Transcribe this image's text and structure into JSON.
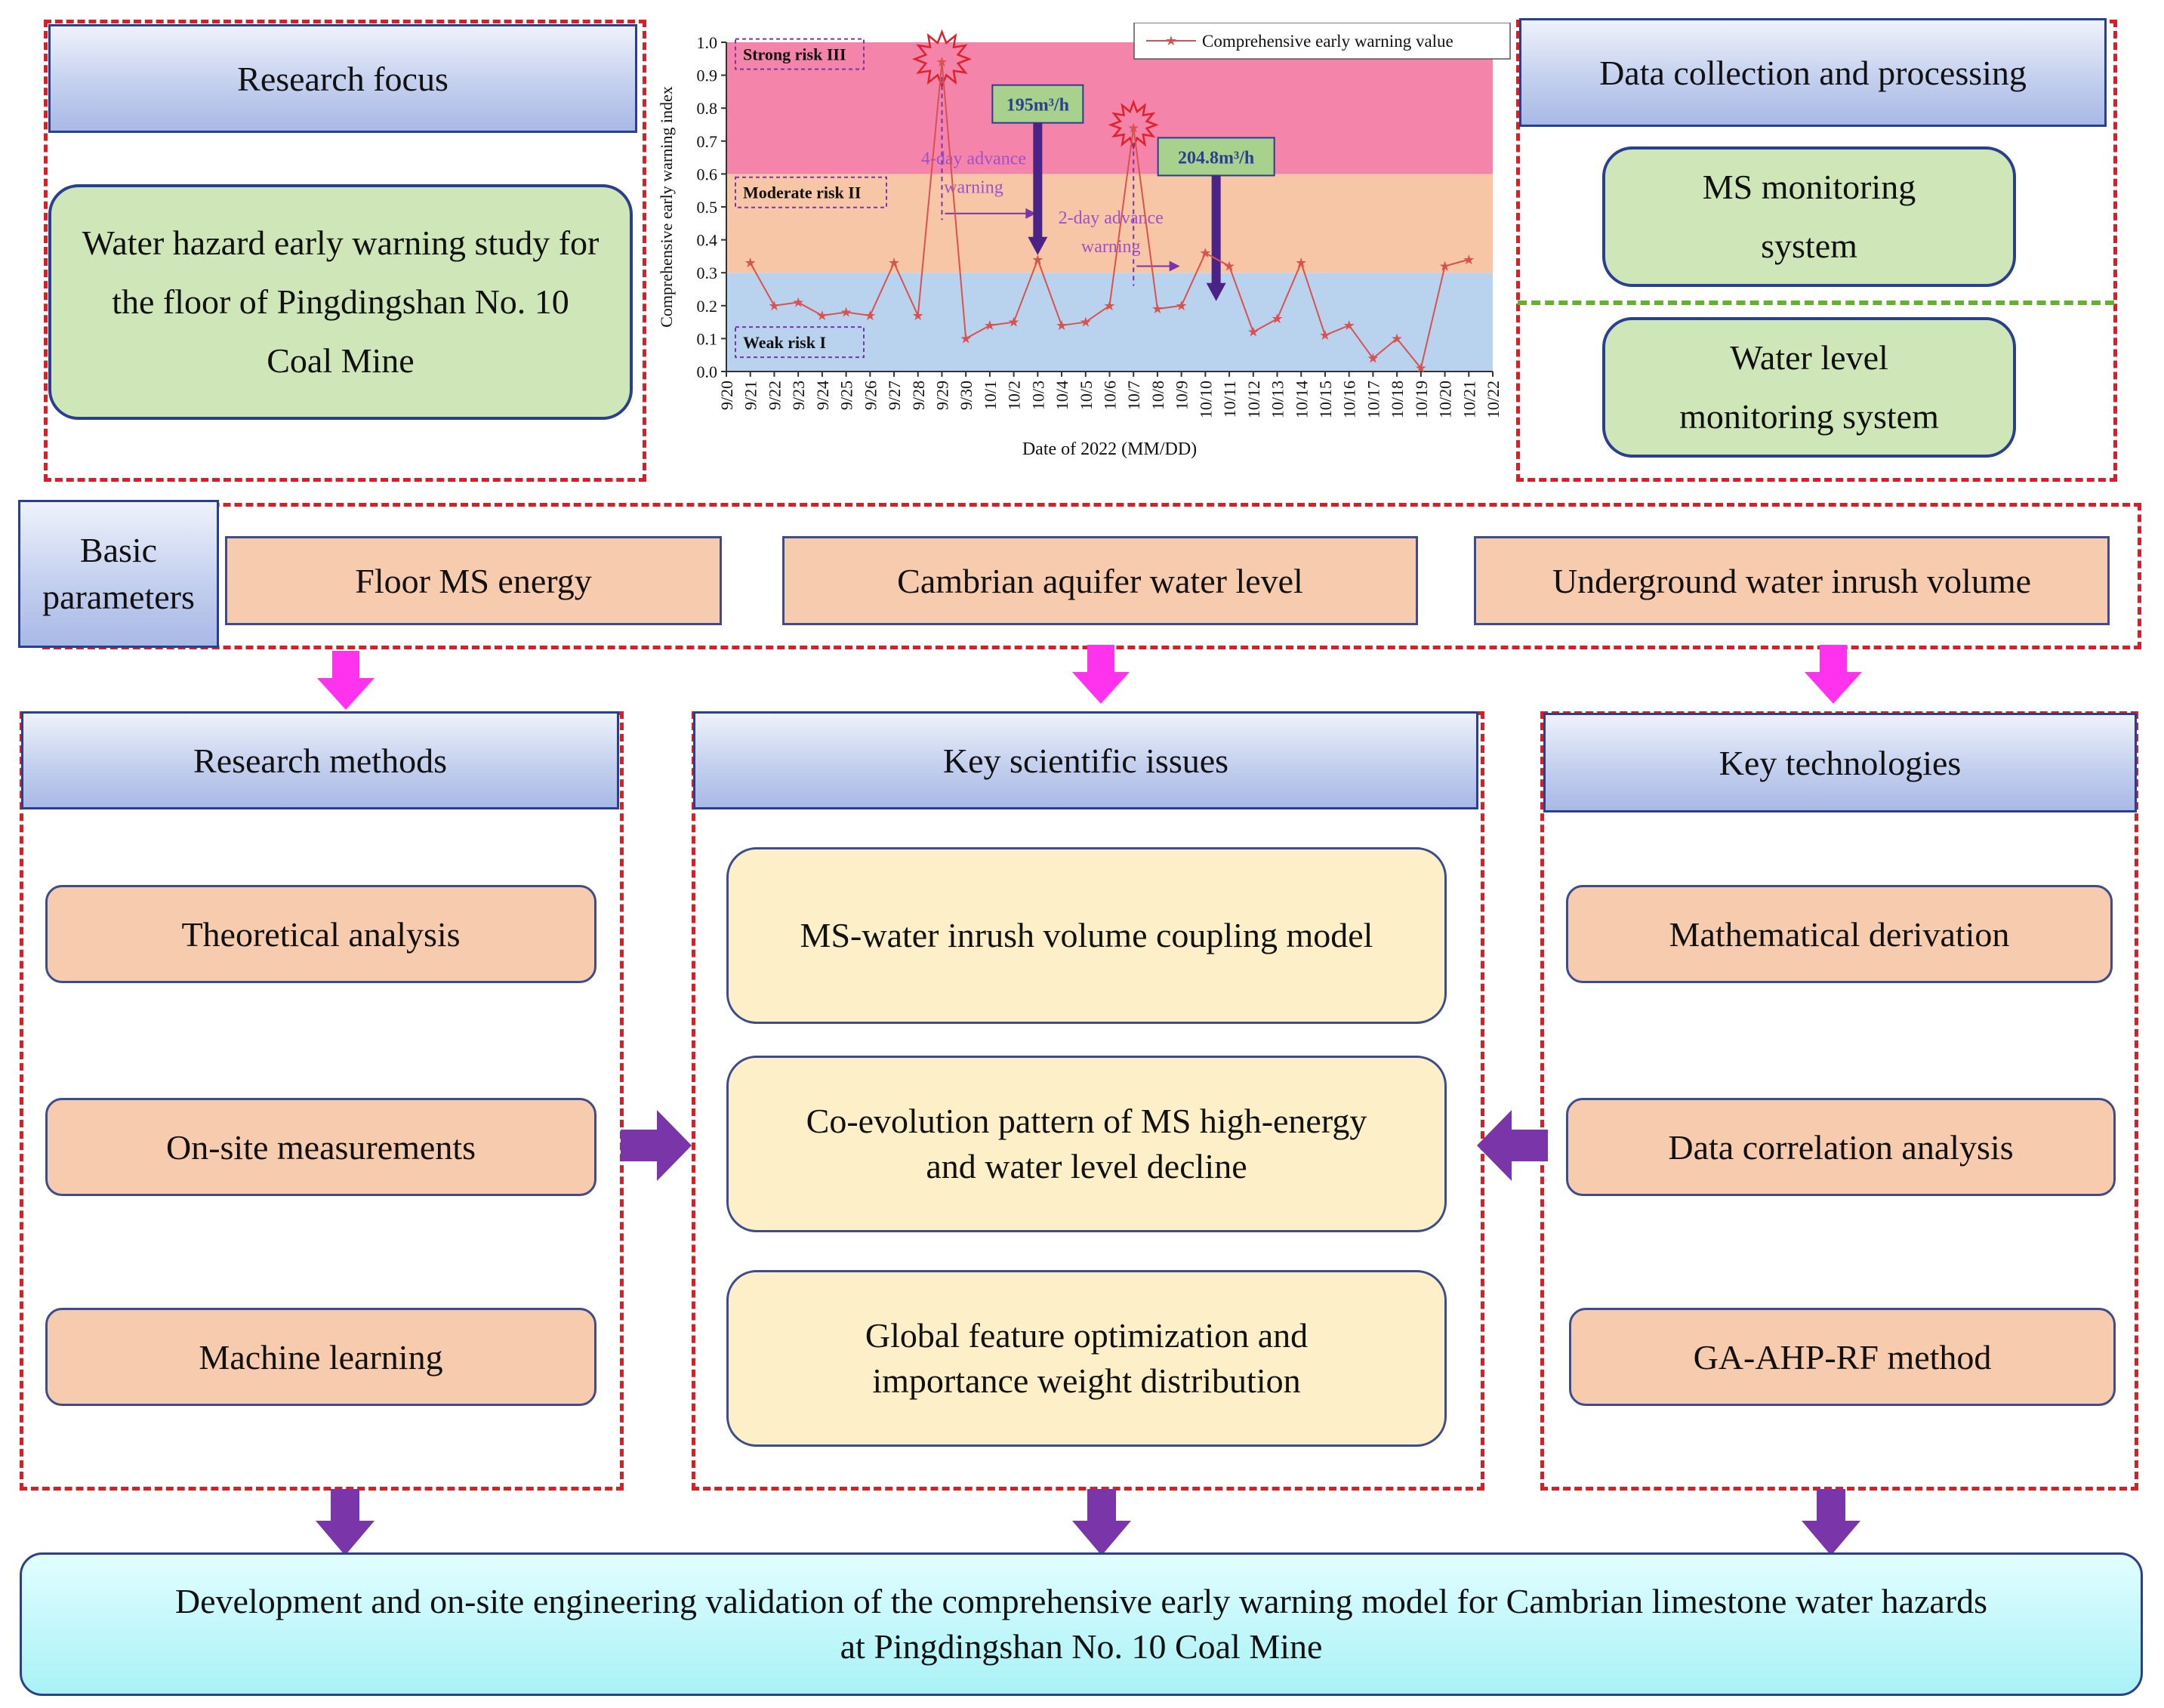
{
  "research_focus": {
    "header": "Research focus",
    "body": "Water hazard early warning study for the floor of Pingdingshan No. 10 Coal Mine"
  },
  "data_collection": {
    "header": "Data collection and processing",
    "items": [
      "MS monitoring\nsystem",
      "Water level\nmonitoring system"
    ]
  },
  "basic_parameters": {
    "header": "Basic\nparameters",
    "items": [
      "Floor MS energy",
      "Cambrian aquifer water level",
      "Underground water inrush volume"
    ]
  },
  "research_methods": {
    "header": "Research methods",
    "items": [
      "Theoretical analysis",
      "On-site measurements",
      "Machine learning"
    ]
  },
  "key_issues": {
    "header": "Key scientific issues",
    "items": [
      "MS-water inrush volume coupling model",
      "Co-evolution pattern of MS high-energy\nand water level decline",
      "Global feature optimization and\nimportance weight distribution"
    ]
  },
  "key_technologies": {
    "header": "Key technologies",
    "items": [
      "Mathematical derivation",
      "Data correlation analysis",
      "GA-AHP-RF method"
    ]
  },
  "outcome": {
    "text": "Development and on-site engineering validation of the comprehensive early warning model for Cambrian limestone water hazards\nat Pingdingshan No. 10 Coal Mine"
  },
  "colors": {
    "dashed_border": "#d61f26",
    "arrow_magenta": "#ff33ee",
    "arrow_purple": "#7a35a8",
    "band_strong": "#f484aa",
    "band_moderate": "#f7c6a6",
    "band_weak": "#b9d3ee",
    "series_line": "#d8524f"
  },
  "chart_data": {
    "type": "line",
    "title": "",
    "xlabel": "Date of 2022 (MM/DD)",
    "ylabel": "Comprehensive early warning index",
    "ylim": [
      0.0,
      1.0
    ],
    "yticks": [
      "0.0",
      "0.1",
      "0.2",
      "0.3",
      "0.4",
      "0.5",
      "0.6",
      "0.7",
      "0.8",
      "0.9",
      "1.0"
    ],
    "categories": [
      "9/20",
      "9/21",
      "9/22",
      "9/23",
      "9/24",
      "9/25",
      "9/26",
      "9/27",
      "9/28",
      "9/29",
      "9/30",
      "10/1",
      "10/2",
      "10/3",
      "10/4",
      "10/5",
      "10/6",
      "10/7",
      "10/8",
      "10/9",
      "10/10",
      "10/11",
      "10/12",
      "10/13",
      "10/14",
      "10/15",
      "10/16",
      "10/17",
      "10/18",
      "10/19",
      "10/20",
      "10/21",
      "10/22"
    ],
    "series": [
      {
        "name": "Comprehensive early warning value",
        "x": [
          "9/21",
          "9/22",
          "9/23",
          "9/24",
          "9/25",
          "9/26",
          "9/27",
          "9/28",
          "9/29",
          "9/30",
          "10/1",
          "10/2",
          "10/3",
          "10/4",
          "10/5",
          "10/6",
          "10/7",
          "10/8",
          "10/9",
          "10/10",
          "10/11",
          "10/12",
          "10/13",
          "10/14",
          "10/15",
          "10/16",
          "10/17",
          "10/18",
          "10/19",
          "10/20",
          "10/21"
        ],
        "values": [
          0.33,
          0.2,
          0.21,
          0.17,
          0.18,
          0.17,
          0.33,
          0.17,
          0.94,
          0.1,
          0.14,
          0.15,
          0.34,
          0.14,
          0.15,
          0.2,
          0.74,
          0.19,
          0.2,
          0.36,
          0.32,
          0.12,
          0.16,
          0.33,
          0.11,
          0.14,
          0.04,
          0.1,
          0.01,
          0.32,
          0.34
        ]
      }
    ],
    "bands": [
      {
        "label": "Weak risk I",
        "from": 0.0,
        "to": 0.3
      },
      {
        "label": "Moderate risk II",
        "from": 0.3,
        "to": 0.6
      },
      {
        "label": "Strong risk III",
        "from": 0.6,
        "to": 1.0
      }
    ],
    "annotations": {
      "flow1": "195m³/h",
      "flow2": "204.8m³/h",
      "advance1": "4-day advance\nwarning",
      "advance2": "2-day advance\nwarning"
    },
    "legend_position": "top-right",
    "grid": false
  }
}
